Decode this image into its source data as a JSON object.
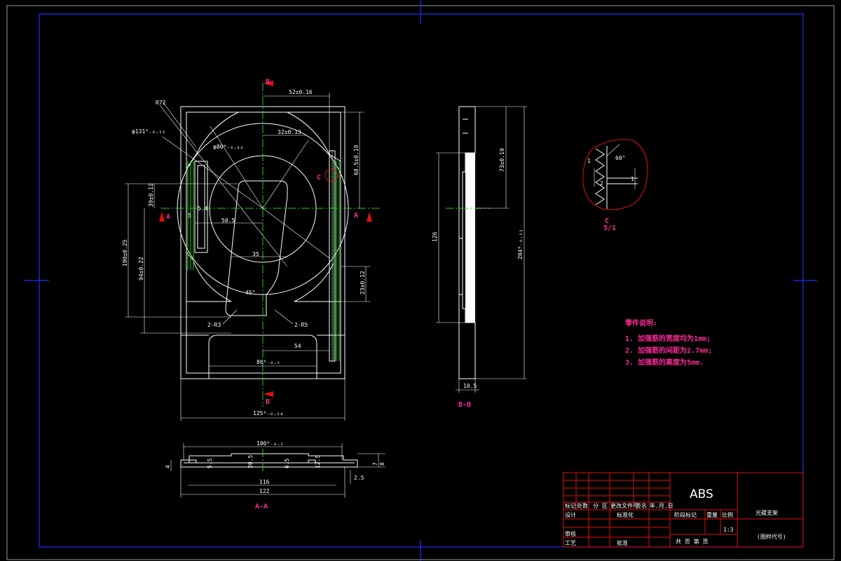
{
  "colors": {
    "background": "#000000",
    "frame": "#2030ff",
    "outline": "#ffffff",
    "centerline": "#22cc22",
    "labels": "#ff2a9a",
    "detail_circle": "#e01010"
  },
  "views": {
    "front": {
      "section_a": "A",
      "section_b": "B",
      "detail_c": "C",
      "dims": {
        "d131": "φ131⁰₋₀.₅₆",
        "d80": "φ80⁰₋₀.₄₄",
        "r72": "R72",
        "w52": "52±0.16",
        "w32": "32±0.13",
        "v68": "68.5±0.19",
        "w50": "50.5",
        "w35": "35",
        "v100": "100±0.25",
        "v94": "94±0.22",
        "v39": "39±0.12",
        "v23": "23±0.12",
        "ang": "45°",
        "r3": "2-R3",
        "r5": "2-R5",
        "w54": "54",
        "w86": "86⁰₋₀.₅",
        "w125": "125⁰₋₀.₅₈",
        "s54": "5.4",
        "s5": "5"
      }
    },
    "side": {
      "label": "B-B",
      "dims": {
        "v73": "73±0.19",
        "v126": "126",
        "v204": "204⁰₋₀.₅₂",
        "w10": "10.5"
      }
    },
    "bottom": {
      "label": "A-A",
      "dims": {
        "w100": "100⁰₋₀.₅",
        "w116": "116",
        "w122": "122",
        "h25": "2.5",
        "h20": "20.5",
        "h55": "5.5",
        "h65": "6.5",
        "h12": "12.5",
        "h7": "7",
        "h8": "8",
        "h4": "4"
      }
    },
    "detail": {
      "label": "C",
      "scale": "5/1",
      "angle": "60°",
      "n1": "1",
      "n2": "2",
      "n3": "1"
    }
  },
  "notes": {
    "title": "零件说明:",
    "items": [
      "1. 加强筋的宽度均为1mm;",
      "2. 加强筋的间距为2.7mm;",
      "3. 加强筋的高度为5mm."
    ]
  },
  "title_block": {
    "material": "ABS",
    "part_name": "光碟支架",
    "drawing_no": "(图样代号)",
    "scale_value": "1:3",
    "row_headers": [
      "标记",
      "处数",
      "分 区",
      "更改文件号",
      "签名",
      "年.月.日"
    ],
    "design": "设计",
    "standardize": "标准化",
    "stage_mark": "阶段标记",
    "weight": "重量",
    "scale": "比例",
    "review": "审核",
    "process": "工艺",
    "approve": "批准",
    "sheets": "共  页 第  页"
  }
}
